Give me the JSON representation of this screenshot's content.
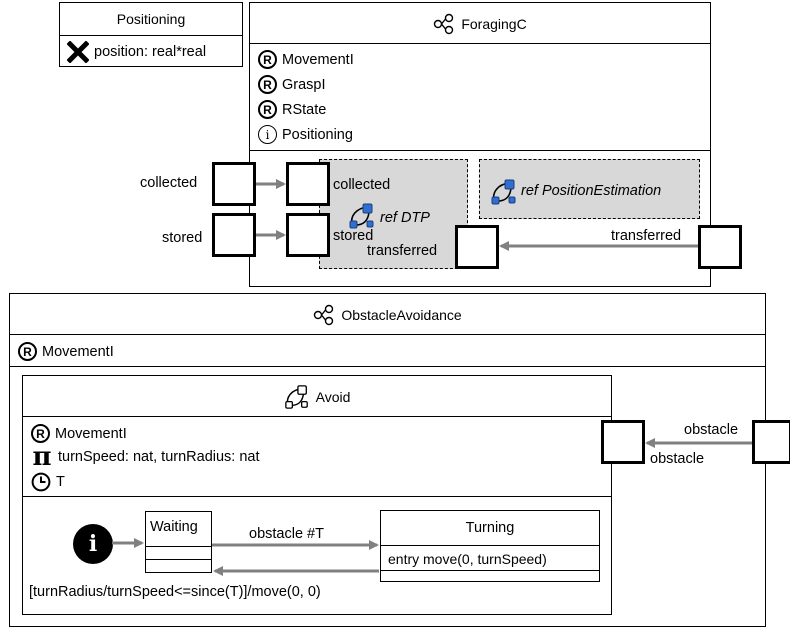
{
  "positioning": {
    "title": "Positioning",
    "field": "position: real*real",
    "field_icon": "cross-icon"
  },
  "foraging": {
    "title": "ForagingC",
    "title_icon": "connector-icon",
    "rows": [
      {
        "badge": "R",
        "label": "MovementI"
      },
      {
        "badge": "R",
        "label": "GraspI"
      },
      {
        "badge": "R",
        "label": "RState"
      },
      {
        "badge": "i",
        "label": "Positioning"
      }
    ],
    "dtp": {
      "ref": "ref DTP",
      "port_collected": "collected",
      "port_stored": "stored",
      "port_transferred": "transferred"
    },
    "position_estimation": {
      "ref": "ref PositionEstimation"
    },
    "outer_collected": "collected",
    "outer_stored": "stored",
    "outer_transferred": "transferred"
  },
  "obstacle_avoidance": {
    "title": "ObstacleAvoidance",
    "title_icon": "connector-icon",
    "row": {
      "badge": "R",
      "label": "MovementI"
    },
    "outer_obstacle": "obstacle",
    "inner_obstacle": "obstacle",
    "avoid": {
      "title": "Avoid",
      "title_icon": "state-machine-icon",
      "rows": [
        {
          "badge": "R",
          "label": "MovementI"
        },
        {
          "badge": "π",
          "label": "turnSpeed: nat, turnRadius: nat"
        },
        {
          "badge": "clock",
          "label": "T"
        }
      ],
      "initial_badge": "i",
      "waiting": "Waiting",
      "turning": "Turning",
      "turning_action": "entry move(0, turnSpeed)",
      "transition_1": "obstacle #T",
      "transition_2": "[turnRadius/turnSpeed<=since(T)]/move(0, 0)"
    }
  },
  "colors": {
    "gray_fill": "#d8d8d8",
    "arrow": "#808080",
    "icon_blue": "#2f6fd0"
  }
}
